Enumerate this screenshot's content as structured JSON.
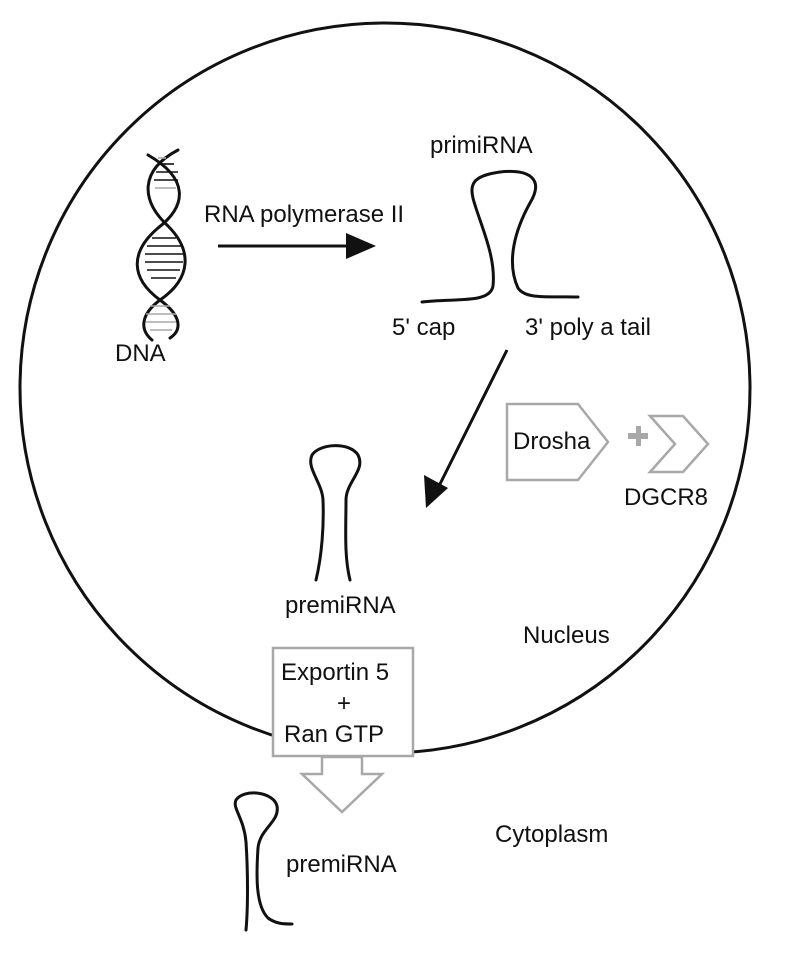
{
  "labels": {
    "dna": "DNA",
    "enzyme": "RNA polymerase II",
    "primirna": "primiRNA",
    "cap5": "5' cap",
    "polyA3": "3' poly a tail",
    "drosha": "Drosha",
    "dgcr8": "DGCR8",
    "premirna_nucleus": "premiRNA",
    "nucleus": "Nucleus",
    "exportin_line1": "Exportin 5",
    "exportin_line2": "+",
    "exportin_line3": "Ran GTP",
    "premirna_cytoplasm": "premiRNA",
    "cytoplasm": "Cytoplasm"
  },
  "colors": {
    "line": "#111111",
    "protein_outline": "#a8a8a8",
    "background": "#ffffff"
  }
}
